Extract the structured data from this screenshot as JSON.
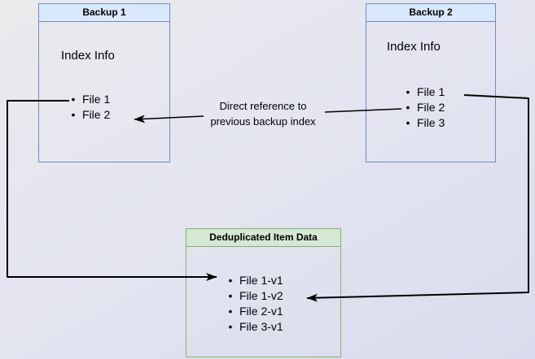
{
  "nodes": {
    "backup1": {
      "title": "Backup 1",
      "subtitle": "Index Info",
      "items": [
        "File 1",
        "File 2"
      ]
    },
    "backup2": {
      "title": "Backup 2",
      "subtitle": "Index Info",
      "items": [
        "File 1",
        "File 2",
        "File 3"
      ]
    },
    "dedup": {
      "title": "Deduplicated Item Data",
      "items": [
        "File 1-v1",
        "File 1-v2",
        "File 2-v1",
        "File 3-v1"
      ]
    }
  },
  "edge_label": {
    "line1": "Direct reference to",
    "line2": "previous backup index"
  },
  "edges": [
    {
      "name": "direct-reference",
      "from": "backup2:File 1",
      "to": "backup1:File 2",
      "label": "Direct reference to previous backup index"
    },
    {
      "name": "backup1-to-dedup",
      "from": "backup1:File 1",
      "to": "dedup:File 1-v1",
      "label": ""
    },
    {
      "name": "backup2-to-dedup",
      "from": "backup2:File 1",
      "to": "dedup:File 1-v2",
      "label": ""
    }
  ],
  "colors": {
    "blue_fill": "#dae8fc",
    "blue_stroke": "#6c8ebf",
    "green_fill": "#d5e8d4",
    "green_stroke": "#82b366",
    "arrow": "#000000"
  }
}
